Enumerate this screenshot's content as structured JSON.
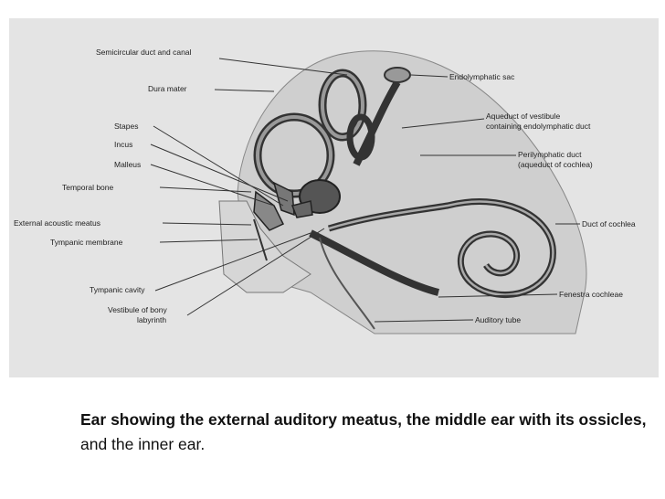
{
  "figure": {
    "labels": {
      "semicircular": "Semicircular duct and canal",
      "dura": "Dura mater",
      "stapes": "Stapes",
      "incus": "Incus",
      "malleus": "Malleus",
      "temporal": "Temporal bone",
      "external": "External acoustic meatus",
      "tympanic_membrane": "Tympanic membrane",
      "tympanic_cavity": "Tympanic cavity",
      "vestibule_1": "Vestibule of bony",
      "vestibule_2": "labyrinth",
      "endolymphatic_sac": "Endolymphatic sac",
      "aqueduct_1": "Aqueduct of vestibule",
      "aqueduct_2": "containing endolymphatic duct",
      "perilymphatic_1": "Perilymphatic duct",
      "perilymphatic_2": "(aqueduct of cochlea)",
      "duct_cochlea": "Duct of cochlea",
      "fenestra": "Fenestra cochleae",
      "auditory_tube": "Auditory tube"
    }
  },
  "caption": {
    "bold_part": "Ear showing the external auditory meatus, the middle ear with its ossicles,",
    "normal_part": " and the inner ear."
  }
}
